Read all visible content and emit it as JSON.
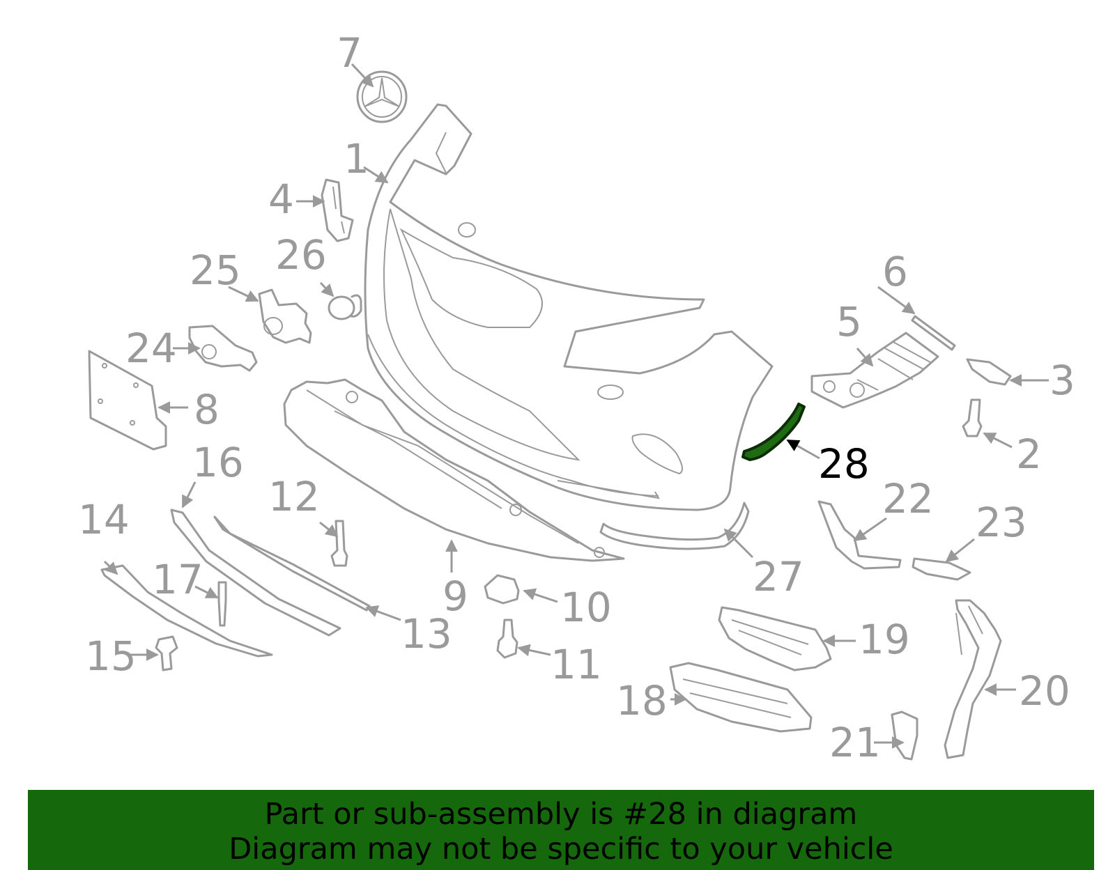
{
  "callouts": [
    {
      "num": "1"
    },
    {
      "num": "2"
    },
    {
      "num": "3"
    },
    {
      "num": "4"
    },
    {
      "num": "5"
    },
    {
      "num": "6"
    },
    {
      "num": "7"
    },
    {
      "num": "8"
    },
    {
      "num": "9"
    },
    {
      "num": "10"
    },
    {
      "num": "11"
    },
    {
      "num": "12"
    },
    {
      "num": "13"
    },
    {
      "num": "14"
    },
    {
      "num": "15"
    },
    {
      "num": "16"
    },
    {
      "num": "17"
    },
    {
      "num": "18"
    },
    {
      "num": "19"
    },
    {
      "num": "20"
    },
    {
      "num": "21"
    },
    {
      "num": "22"
    },
    {
      "num": "23"
    },
    {
      "num": "24"
    },
    {
      "num": "25"
    },
    {
      "num": "26"
    },
    {
      "num": "27"
    },
    {
      "num": "28"
    }
  ],
  "highlighted_part": "28",
  "colors": {
    "highlight": "#1e6b12",
    "banner": "#15680b",
    "linework": "#9a9a9a"
  },
  "banner": {
    "line1": "Part or sub-assembly is #28 in diagram",
    "line2": "Diagram may not be specific to your vehicle"
  }
}
